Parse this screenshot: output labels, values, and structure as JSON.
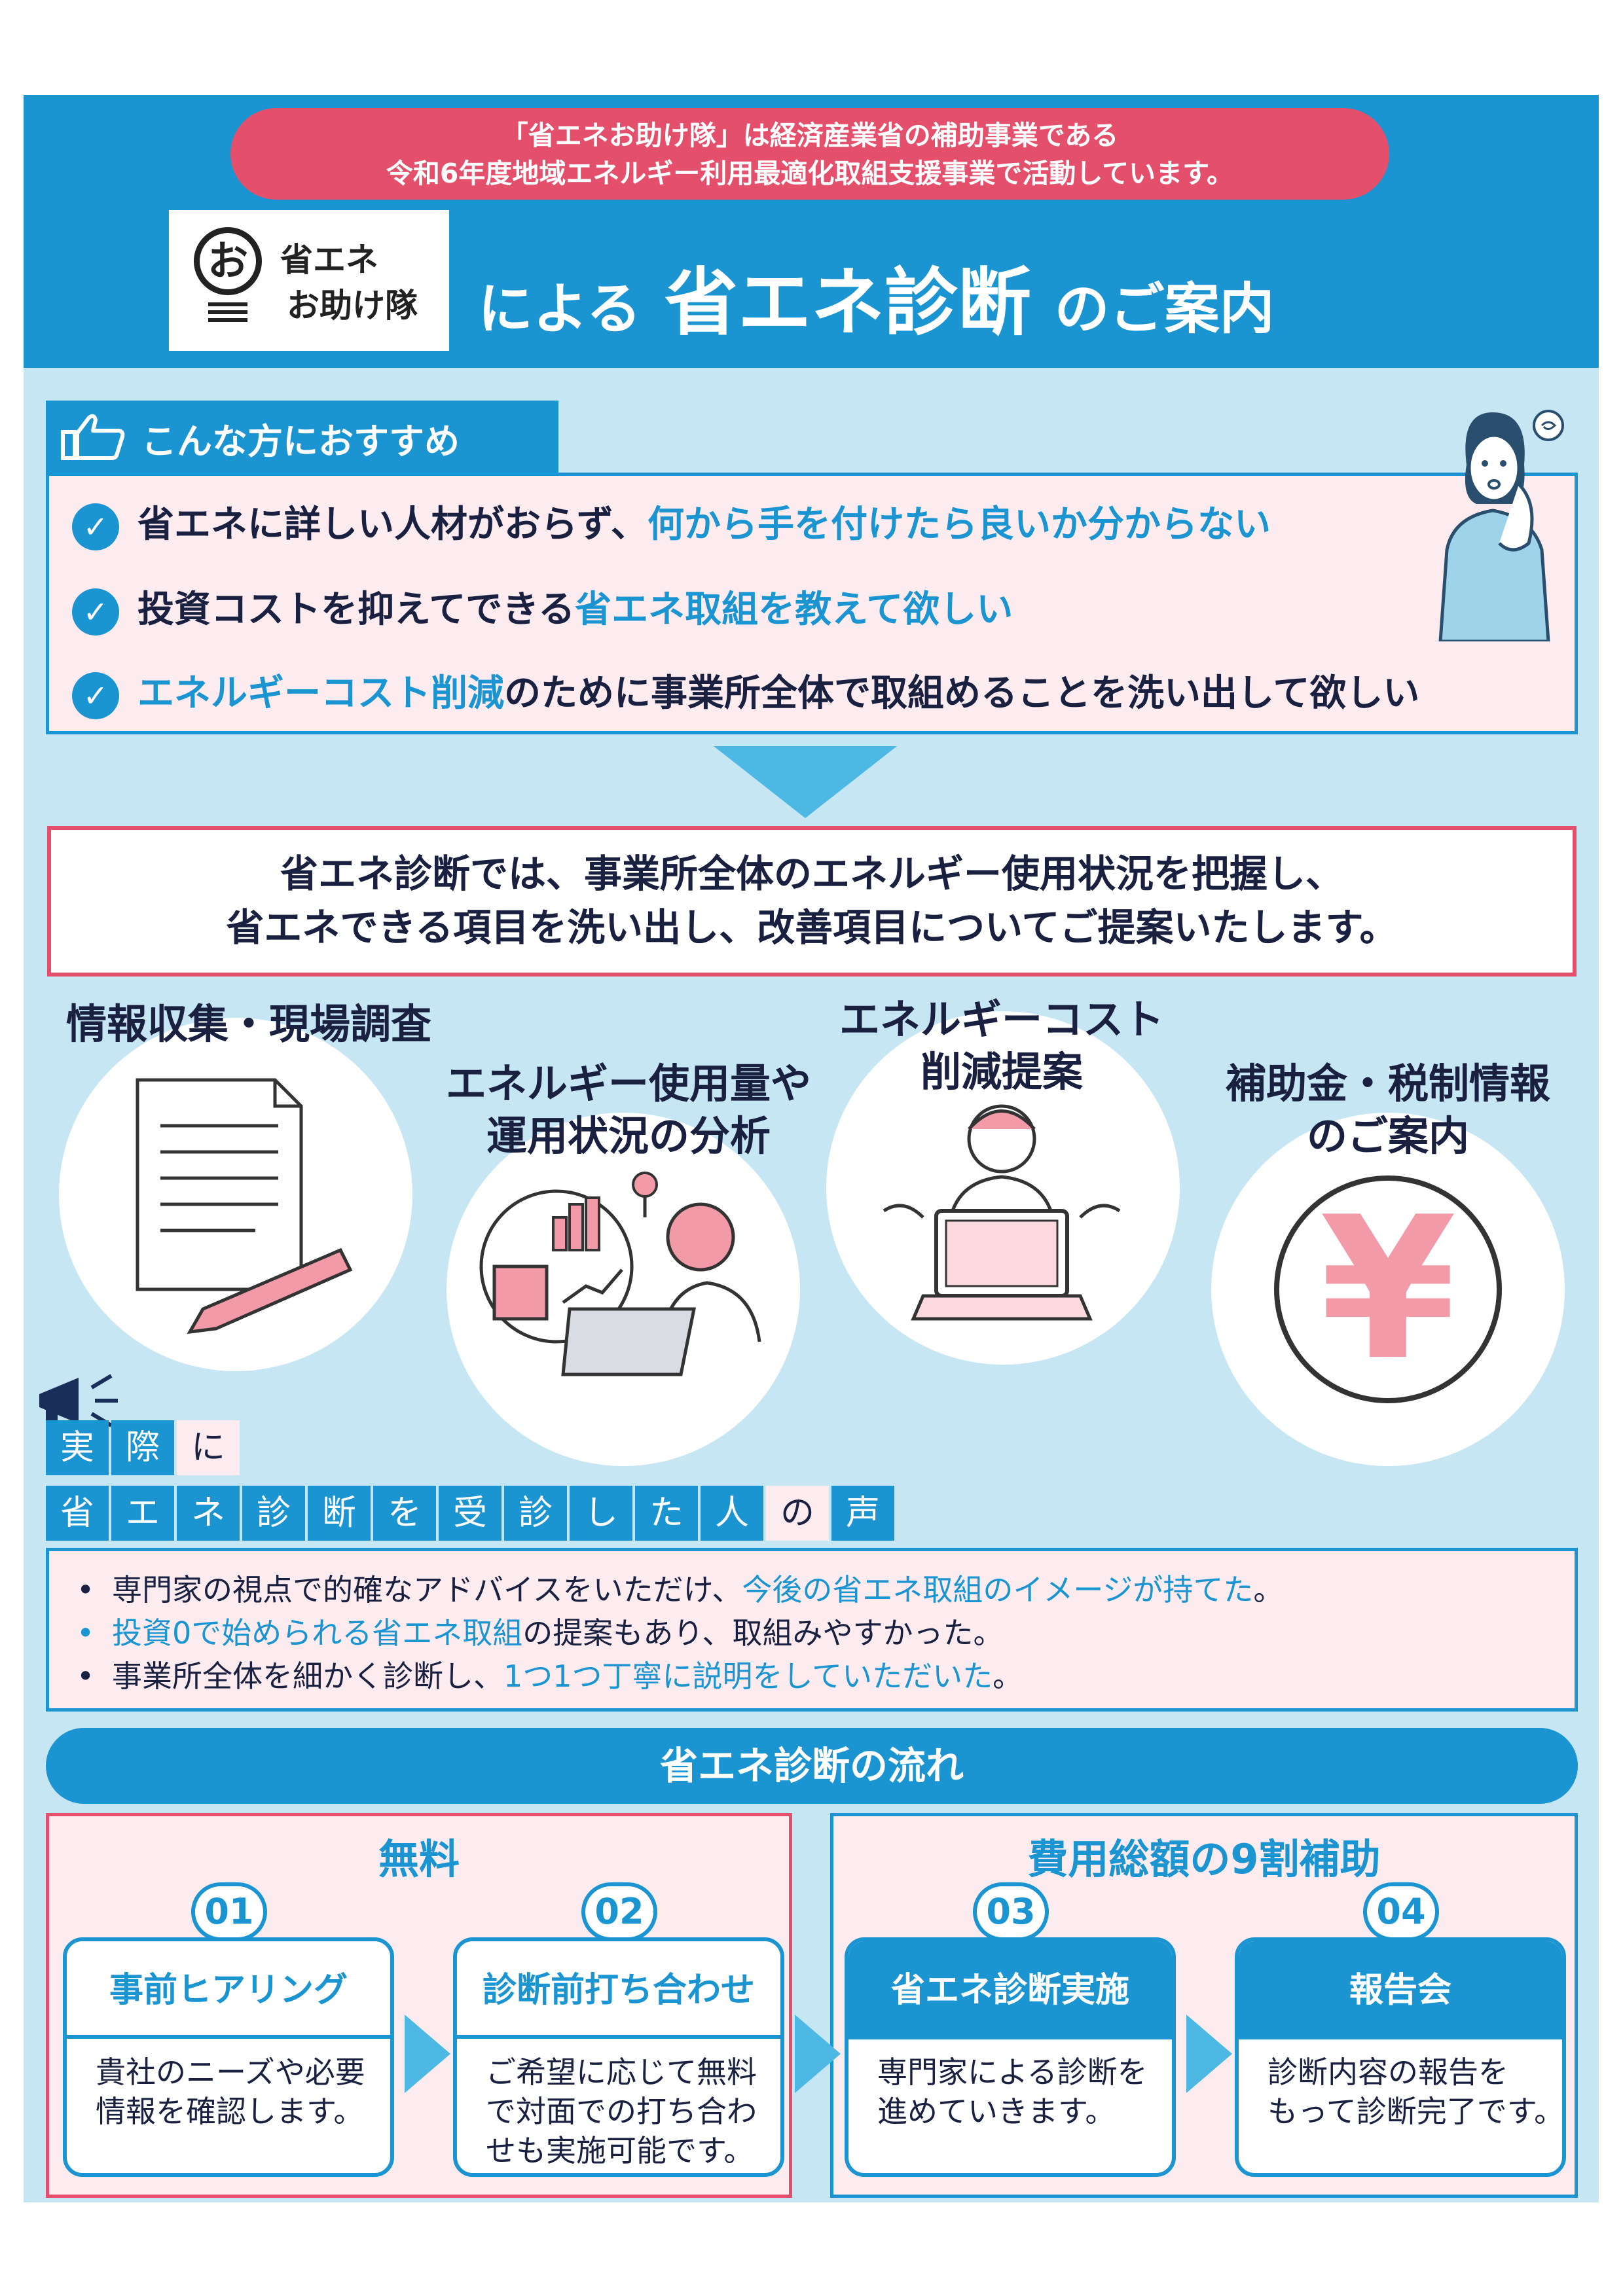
{
  "header": {
    "pill_line1": "「省エネお助け隊」は経済産業省の補助事業である",
    "pill_line2": "令和6年度地域エネルギー利用最適化取組支援事業で活動しています。",
    "logo_char": "お",
    "logo_line1": "省エネ",
    "logo_line2": "お助け隊",
    "title_pre": "による",
    "title_main": "省エネ診断",
    "title_post": "のご案内"
  },
  "recommend": {
    "tab_label": "こんな方におすすめ",
    "check_glyph": "✓",
    "items": [
      {
        "plain": "省エネに詳しい人材がおらず、",
        "highlight": "何から手を付けたら良いか分からない",
        "after": ""
      },
      {
        "plain": "投資コストを抑えてできる",
        "highlight": "省エネ取組を教えて欲しい",
        "after": ""
      },
      {
        "plain": "",
        "highlight": "エネルギーコスト削減",
        "after": "のために事業所全体で取組めることを洗い出して欲しい"
      }
    ]
  },
  "message": {
    "line1": "省エネ診断では、事業所全体のエネルギー使用状況を把握し、",
    "line2": "省エネできる項目を洗い出し、改善項目についてご提案いたします。"
  },
  "services": [
    {
      "line1": "情報収集・現場調査",
      "line2": ""
    },
    {
      "line1": "エネルギー使用量や",
      "line2": "運用状況の分析"
    },
    {
      "line1": "エネルギーコスト",
      "line2": "削減提案"
    },
    {
      "line1": "補助金・税制情報",
      "line2": "のご案内"
    }
  ],
  "yen_symbol": "¥",
  "voices": {
    "heading1": [
      "実",
      "際",
      "に"
    ],
    "heading2": [
      "省",
      "エ",
      "ネ",
      "診",
      "断",
      "を",
      "受",
      "診",
      "し",
      "た",
      "人",
      "の",
      "声"
    ],
    "bullet": "•",
    "items": [
      {
        "plain": "専門家の視点で的確なアドバイスをいただけ、",
        "highlight": "今後の省エネ取組のイメージが持てた",
        "after": "。"
      },
      {
        "plain": "",
        "highlight": "投資0で始められる省エネ取組",
        "after": "の提案もあり、取組みやすかった。"
      },
      {
        "plain": "事業所全体を細かく診断し、",
        "highlight": "1つ1つ丁寧に説明をしていただいた",
        "after": "。"
      }
    ]
  },
  "flow": {
    "title": "省エネ診断の流れ",
    "free_label": "無料",
    "subsidy_label": "費用総額の9割補助",
    "steps": [
      {
        "num": "01",
        "title": "事前ヒアリング",
        "desc1": "貴社のニーズや必要",
        "desc2": "情報を確認します。",
        "desc3": ""
      },
      {
        "num": "02",
        "title": "診断前打ち合わせ",
        "desc1": "ご希望に応じて無料",
        "desc2": "で対面での打ち合わ",
        "desc3": "せも実施可能です。"
      },
      {
        "num": "03",
        "title": "省エネ診断実施",
        "desc1": "専門家による診断を",
        "desc2": "進めていきます。",
        "desc3": ""
      },
      {
        "num": "04",
        "title": "報告会",
        "desc1": "診断内容の報告を",
        "desc2": "もって診断完了です。",
        "desc3": ""
      }
    ]
  },
  "colors": {
    "blue": "#1b94d2",
    "pink": "#e4506b",
    "light_blue": "#c6e6f4",
    "light_pink": "#fcecef"
  }
}
